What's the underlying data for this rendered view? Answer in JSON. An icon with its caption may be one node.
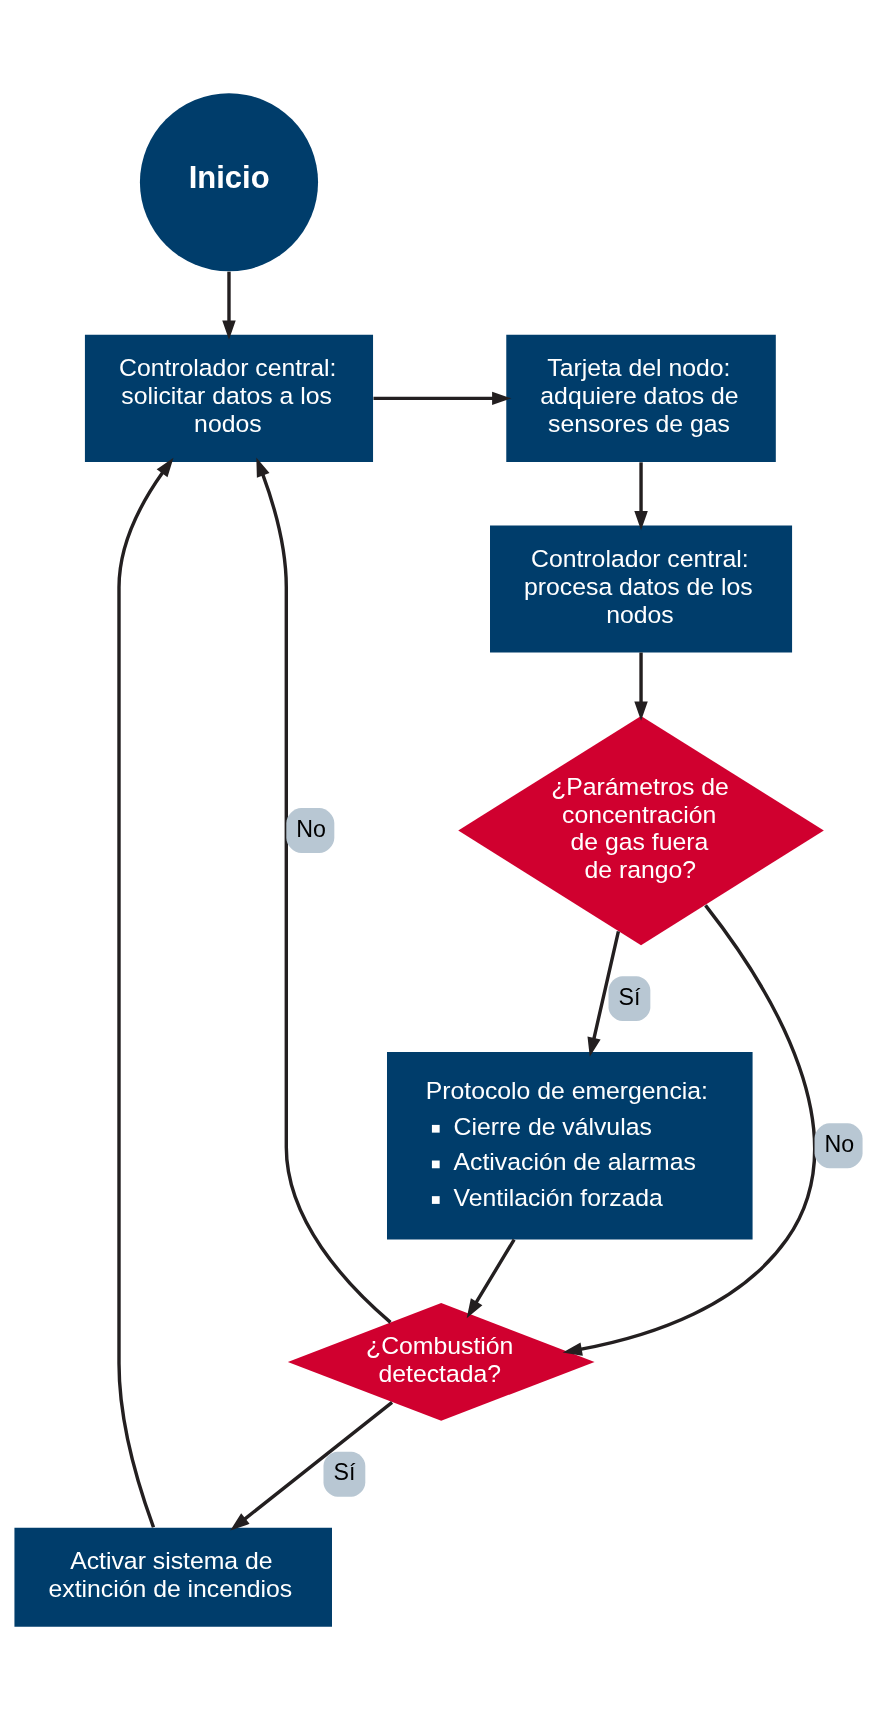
{
  "diagram": {
    "nodes": [
      {
        "text": [
          "Inicio"
        ]
      },
      {
        "text": [
          "Controlador central: solicitar datos a los nodos"
        ]
      },
      {
        "text": [
          "Tarjeta del nodo: adquiere datos de sensores de gas"
        ]
      },
      {
        "text": [
          "Controlador central: procesa datos de los nodos"
        ]
      },
      {
        "text": [
          "¿Parámetros de concentración de gas fuera de rango?"
        ]
      },
      {
        "text": [
          "Protocolo de emergencia:",
          "Cierre de válvulas",
          "Activación de alarmas",
          "Ventilación forzada"
        ]
      },
      {
        "text": [
          "¿Combustión detectada?"
        ]
      },
      {
        "text": [
          "Activar sistema de extinción de incendios"
        ]
      }
    ],
    "edges": [
      {
        "from": 0,
        "to": 1,
        "arrow": "to"
      },
      {
        "from": 1,
        "to": 2,
        "arrow": "to"
      },
      {
        "from": 2,
        "to": 3,
        "arrow": "to"
      },
      {
        "from": 3,
        "to": 4,
        "arrow": "to"
      },
      {
        "from": 4,
        "to": 5,
        "arrow": "to",
        "label": "Sí"
      },
      {
        "from": 4,
        "to": 6,
        "arrow": "to",
        "label": "No"
      },
      {
        "from": 5,
        "to": 6,
        "arrow": "to"
      },
      {
        "from": 6,
        "to": 1,
        "arrow": "to",
        "label": "No"
      },
      {
        "from": 6,
        "to": 7,
        "arrow": "to",
        "label": "Sí"
      },
      {
        "from": 7,
        "to": 1,
        "arrow": "to"
      }
    ]
  }
}
